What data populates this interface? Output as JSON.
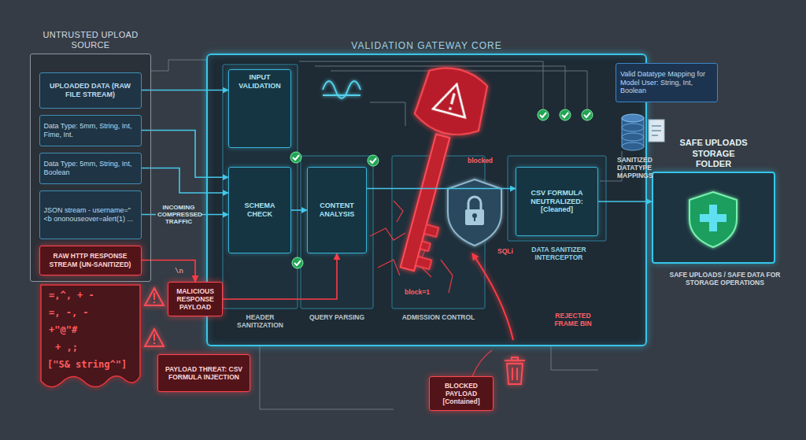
{
  "diagram": {
    "nodes": [
      {
        "text": [
          "UNTRUSTED UPLOAD SOURCE"
        ]
      },
      {
        "text": [
          "UPLOADED DATA (RAW FILE STREAM)"
        ],
        "in": 0
      },
      {
        "text": [
          "Data Type: 5mm, String, Int, Fime, Int."
        ],
        "in": 0
      },
      {
        "text": [
          "Data Type: 5mm, String, Int, Boolean"
        ],
        "in": 0
      },
      {
        "text": [
          "JSON stream - username=\"<b ononouseover=alert(1) ..."
        ],
        "in": 0
      },
      {
        "text": [
          "RAW HTTP RESPONSE STREAM (UN-SANITIZED)"
        ],
        "in": 0
      },
      {
        "text": [
          "VALIDATION GATEWAY CORE"
        ]
      },
      {
        "text": [
          "INPUT VALIDATION"
        ],
        "in": 6
      },
      {
        "text": [
          "SCHEMA CHECK"
        ],
        "in": 6
      },
      {
        "text": [
          "CONTENT ANALYSIS"
        ],
        "in": 6
      },
      {
        "text": [
          "CSV FORMULA NEUTRALIZED: [Cleaned]"
        ],
        "in": 6
      },
      {
        "text": [
          "MALICIOUS RESPONSE PAYLOAD"
        ]
      },
      {
        "text": [
          "PAYLOAD THREAT: CSV FORMULA INJECTION"
        ]
      },
      {
        "text": [
          "BLOCKED PAYLOAD [Contained]"
        ]
      },
      {
        "text": [
          "Valid Datatype Mapping for Model User: String, Int, Boolean"
        ]
      },
      {
        "text": [
          "SAFE UPLOADS STORAGE FOLDER"
        ]
      }
    ],
    "edges": [
      {
        "from": 1,
        "to": 7,
        "arrow": "to"
      },
      {
        "from": 2,
        "to": 8,
        "arrow": "to"
      },
      {
        "from": 3,
        "to": 8,
        "arrow": "to"
      },
      {
        "from": 4,
        "to": 8,
        "arrow": "to",
        "label": "INCOMING COMPRESSED TRAFFIC"
      },
      {
        "from": 8,
        "to": 9,
        "arrow": "to"
      },
      {
        "from": 9,
        "to": 10,
        "arrow": "to"
      },
      {
        "from": 10,
        "to": 15,
        "arrow": "to"
      },
      {
        "from": 5,
        "to": 11,
        "arrow": "to"
      },
      {
        "from": 11,
        "to": 9,
        "arrow": "to"
      }
    ],
    "labels": [
      "=,^, + -",
      "=, -, -",
      "+\"@\"#",
      "+ ,;",
      "[\"S& string^\"]",
      "\\n",
      "HEADER SANITIZATION",
      "QUERY PARSING",
      "ADMISSION CONTROL",
      "blocked",
      "SQLi",
      "block=1",
      "DATA SANITIZER INTERCEPTOR",
      "SANITIZED DATATYPE MAPPINGS",
      "REJECTED FRAME BIN",
      "SAFE UPLOADS / SAFE DATA FOR STORAGE OPERATIONS"
    ]
  }
}
